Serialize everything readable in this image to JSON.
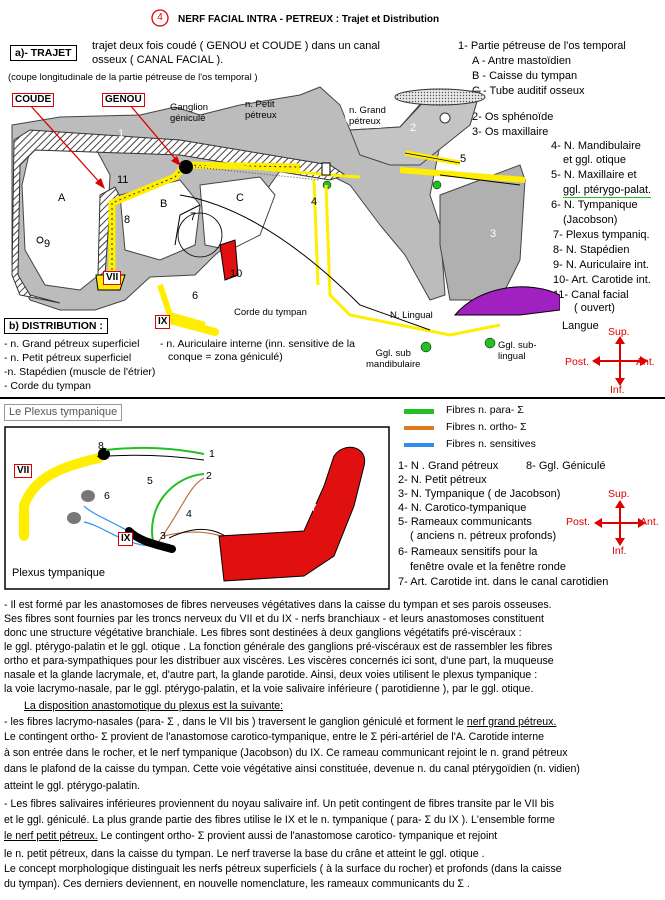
{
  "header": {
    "number": "4",
    "title": "NERF FACIAL INTRA - PETREUX : Trajet et Distribution"
  },
  "trajet": {
    "label": "a)- TRAJET",
    "desc_line1": "trajet deux fois coudé ( GENOU et COUDE ) dans un canal",
    "desc_line2": "osseux ( CANAL FACIAL ).",
    "coupe": "(coupe longitudinale de la partie pétreuse de l'os temporal )"
  },
  "legend_top": [
    "1- Partie pétreuse de l'os  temporal",
    "A - Antre mastoïdien",
    "B - Caisse du tympan",
    "C - Tube auditif osseux",
    "2- Os sphénoïde",
    "3- Os maxillaire",
    "4- N. Mandibulaire",
    "et ggl. otique",
    "5- N. Maxillaire et",
    "ggl. ptérygo-palat.",
    "6- N. Tympanique",
    "(Jacobson)",
    "7- Plexus tympaniq.",
    "8-  N. Stapédien",
    "9- N. Auriculaire int.",
    "10- Art. Carotide int.",
    "11- Canal facial",
    "( ouvert)"
  ],
  "diagram1": {
    "coude": "COUDE",
    "genou": "GENOU",
    "ggl_geniculate": "Ganglion\ngéniculé",
    "n_petit_petreux": "n. Petit\npétreux",
    "n_grand_petreux": "n. Grand\npétreux",
    "corde_tympan": "Corde du tympan",
    "n_lingual": "N. Lingual",
    "ggl_sub_mandib": "Ggl. sub\nmandibulaire",
    "ggl_sub_lingual": "Ggl. sub-\nlingual",
    "langue": "Langue",
    "vii": "VII",
    "ix": "IX",
    "labels": {
      "n1": "1",
      "n2": "2",
      "n3": "3",
      "n4": "4",
      "n5": "5",
      "n6": "6",
      "n7": "7",
      "n8": "8",
      "n9": "9",
      "n10": "10",
      "n11": "11",
      "a": "A",
      "b": "B",
      "c": "C"
    }
  },
  "compass": {
    "sup": "Sup.",
    "inf": "Inf.",
    "post": "Post.",
    "ant": "Ant."
  },
  "distribution": {
    "label": "b) DISTRIBUTION :",
    "left": [
      "- n. Grand pétreux superficiel",
      "- n. Petit pétreux superficiel",
      "-n. Stapédien (muscle de l'étrier)",
      "- Corde du tympan"
    ],
    "right_line1": "- n. Auriculaire interne (inn. sensitive de la",
    "right_line2": "conque = zona géniculé)"
  },
  "plexus": {
    "title": "Le Plexus tympanique",
    "caption": "Plexus tympanique",
    "vii": "VII",
    "ix": "IX",
    "fiber_legend": [
      {
        "label": "Fibres n. para-  Σ",
        "color": "#22c022"
      },
      {
        "label": "Fibres n. ortho-  Σ",
        "color": "#e07820"
      },
      {
        "label": "Fibres n. sensitives",
        "color": "#2f8ff0"
      }
    ],
    "diagram_numbers": {
      "n1": "1",
      "n2": "2",
      "n3": "3",
      "n4": "4",
      "n5": "5",
      "n6": "6",
      "n7": "7",
      "n8": "8"
    },
    "legend": [
      "1- N . Grand pétreux",
      "8- Ggl. Géniculé",
      "2- N. Petit pétreux",
      "3- N. Tympanique ( de Jacobson)",
      "4- N. Carotico-tympanique",
      "5- Rameaux communicants",
      "( anciens n. pétreux profonds)",
      "6- Rameaux sensitifs pour la",
      "fenêtre ovale et la fenêtre ronde",
      "7- Art. Carotide int. dans le canal carotidien"
    ]
  },
  "text": {
    "p1": [
      "- Il est formé par les anastomoses de fibres nerveuses végétatives dans la caisse du tympan et   ses parois osseuses.",
      "Ses fibres sont fournies par les troncs nerveux du VII et du IX  - nerfs  branchiaux - et leurs anastomoses constituent",
      "donc une structure végétative branchiale. Les fibres sont destinées à deux  ganglions végétatifs pré-viscéraux :",
      "le ggl. ptérygo-palatin et le ggl. otique . La fonction générale des ganglions pré-viscéraux est de rassembler les fibres",
      "ortho  et  para-sympathiques pour les distribuer aux viscères. Les viscères concernés  ici sont, d'une part, la muqueuse",
      "nasale et la glande lacrymale, et, d'autre part, la glande parotide. Ainsi, deux voies utilisent le plexus tympanique :",
      "la voie lacrymo-nasale, par le ggl. ptérygo-palatin, et la voie salivaire  inférieure ( parotidienne ), par le ggl. otique."
    ],
    "subtitle": "La disposition anastomotique du plexus est la suivante:",
    "p2_a": "- les fibres lacrymo-nasales (para- Σ , dans le VII bis ) traversent le ganglion géniculé et forment le ",
    "p2_a_ul": "nerf grand pétreux.",
    "p2": [
      "Le contingent ortho- Σ  provient de l'anastomose carotico-tympanique, entre le  Σ   péri-artériel de l'A. Carotide interne",
      "à son entrée dans le rocher,  et le nerf tympanique (Jacobson) du IX. Ce rameau communicant rejoint le n. grand pétreux",
      "dans le plafond de la caisse du tympan. Cette voie végétative ainsi constituée, devenue n. du canal ptérygoïdien (n. vidien)",
      "atteint le ggl. ptérygo-palatin."
    ],
    "p3": [
      "- Les fibres salivaires inférieures proviennent  du noyau salivaire inf.  Un petit contingent de fibres transite par le VII bis",
      " et le ggl. géniculé.  La plus grande partie des fibres utilise  le IX et le  n. tympanique ( para- Σ du IX ). L'ensemble forme"
    ],
    "p3_ul": "le nerf  petit pétreux.",
    "p3_c": " Le contingent ortho- Σ  provient aussi de l'anastomose carotico- tympanique et rejoint",
    "p4": [
      "le n. petit pétreux, dans la caisse du tympan. Le nerf traverse la base du crâne et atteint le ggl. otique .",
      "Le concept morphologique distinguait les nerfs pétreux superficiels ( à la surface du rocher) et  profonds (dans la caisse",
      "du tympan).  Ces derniers deviennent, en nouvelle nomenclature, les rameaux communicants du  Σ ."
    ]
  },
  "colors": {
    "nerve": "#ffee00",
    "artery": "#e01010",
    "bone": "#bcbcbc",
    "tongue": "#a020c0",
    "green": "#22c022",
    "label_red": "#d00000"
  }
}
